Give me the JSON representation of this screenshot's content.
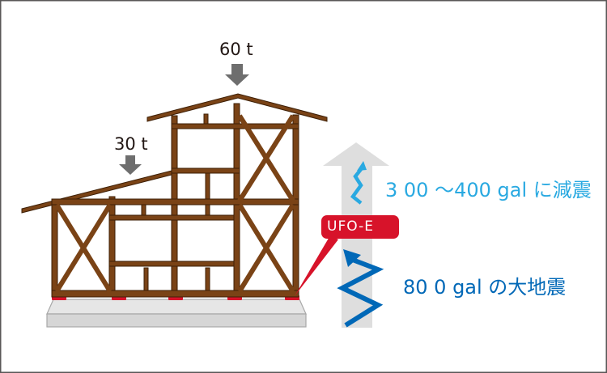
{
  "labels": {
    "load_top": "60 t",
    "load_left": "30 t",
    "product": "UFO-E",
    "reduced": "3 00 ～400  gal に減震",
    "earthquake": "80  0 gal の大地震"
  },
  "colors": {
    "frame_wood": "#7a4316",
    "load_arrow": "#6e6e6e",
    "foundation": "#d6d6d6",
    "damper": "#d7132a",
    "upward_arrow": "#dedede",
    "reduced_wave": "#29a9e1",
    "quake_wave": "#0068b7",
    "border": "#595757"
  },
  "icons": {
    "load_top": "down-arrow-icon",
    "load_left": "down-arrow-icon",
    "upward": "up-arrow-icon",
    "reduced_wave": "small-zigzag-wave-icon",
    "quake_wave": "large-zigzag-wave-icon"
  }
}
